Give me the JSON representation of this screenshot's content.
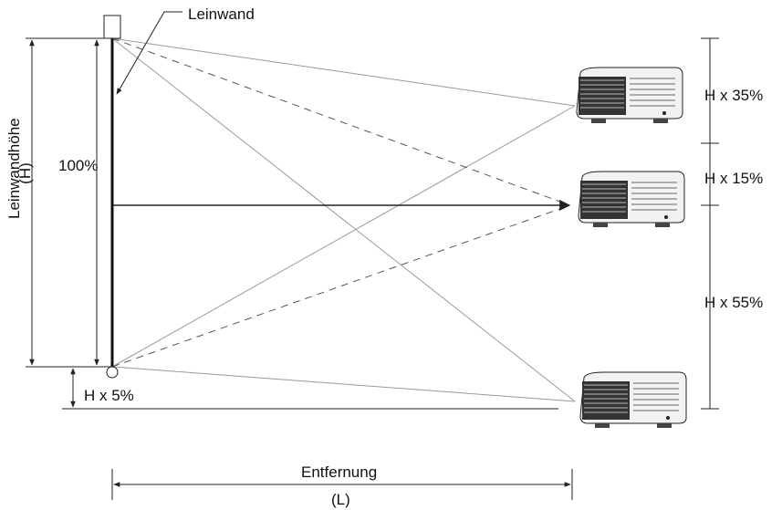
{
  "labels": {
    "screen": "Leinwand",
    "screen_height": "Leinwandhöhe",
    "screen_height_symbol": "(H)",
    "percent_100": "100%",
    "offset_bottom": "H x 5%",
    "zone_top": "H x 35%",
    "zone_middle": "H x 15%",
    "zone_bottom": "H x 55%",
    "distance": "Entfernung",
    "distance_symbol": "(L)"
  },
  "colors": {
    "line_dark": "#222222",
    "line_light": "#9a9a9a",
    "projector_body": "#f2f2f2"
  }
}
